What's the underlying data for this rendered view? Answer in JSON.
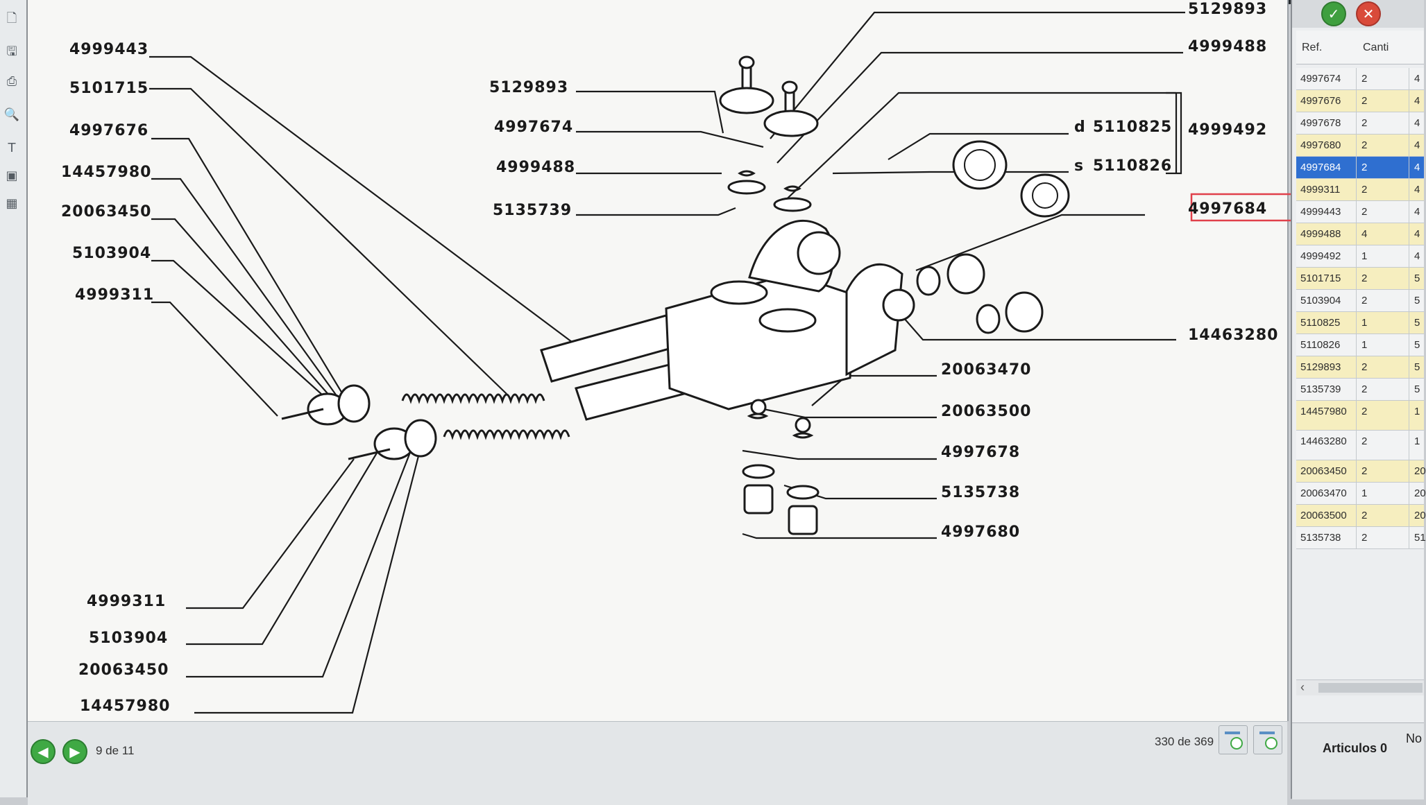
{
  "diagram": {
    "callouts_left": [
      {
        "text": "4999443"
      },
      {
        "text": "5101715"
      },
      {
        "text": "4997676"
      },
      {
        "text": "14457980"
      },
      {
        "text": "20063450"
      },
      {
        "text": "5103904"
      },
      {
        "text": "4999311"
      }
    ],
    "callouts_bottom_left": [
      {
        "text": "4999311"
      },
      {
        "text": "5103904"
      },
      {
        "text": "20063450"
      },
      {
        "text": "14457980"
      }
    ],
    "callouts_top_center": [
      {
        "text": "5129893"
      },
      {
        "text": "4997674"
      },
      {
        "text": "4999488"
      },
      {
        "text": "5135739"
      }
    ],
    "callouts_right": [
      {
        "text": "5129893"
      },
      {
        "text": "4999488"
      },
      {
        "text": "4999492"
      },
      {
        "text": "4997684"
      },
      {
        "text": "14463280"
      },
      {
        "text": "20063470"
      },
      {
        "text": "20063500"
      },
      {
        "text": "4997678"
      },
      {
        "text": "5135738"
      },
      {
        "text": "4997680"
      }
    ],
    "side_labels": [
      {
        "prefix": "d",
        "text": "5110825"
      },
      {
        "prefix": "s",
        "text": "5110826"
      }
    ],
    "highlighted_callout": "4997684"
  },
  "navigation": {
    "prev_icon": "arrow-left-icon",
    "next_icon": "arrow-right-icon",
    "page_indicator": "9 de 11",
    "count_indicator": "330 de 369"
  },
  "panel": {
    "ok_icon": "check-icon",
    "cancel_icon": "close-icon",
    "header_ref": "Ref.",
    "header_qty": "Canti",
    "rows": [
      {
        "ref": "4997674",
        "qty": "2",
        "next": "4"
      },
      {
        "ref": "4997676",
        "qty": "2",
        "next": "4"
      },
      {
        "ref": "4997678",
        "qty": "2",
        "next": "4"
      },
      {
        "ref": "4997680",
        "qty": "2",
        "next": "4"
      },
      {
        "ref": "4997684",
        "qty": "2",
        "next": "4"
      },
      {
        "ref": "4999311",
        "qty": "2",
        "next": "4"
      },
      {
        "ref": "4999443",
        "qty": "2",
        "next": "4"
      },
      {
        "ref": "4999488",
        "qty": "4",
        "next": "4"
      },
      {
        "ref": "4999492",
        "qty": "1",
        "next": "4"
      },
      {
        "ref": "5101715",
        "qty": "2",
        "next": "5"
      },
      {
        "ref": "5103904",
        "qty": "2",
        "next": "5"
      },
      {
        "ref": "5110825",
        "qty": "1",
        "next": "5"
      },
      {
        "ref": "5110826",
        "qty": "1",
        "next": "5"
      },
      {
        "ref": "5129893",
        "qty": "2",
        "next": "5"
      },
      {
        "ref": "5135739",
        "qty": "2",
        "next": "5"
      },
      {
        "ref": "14457980",
        "qty": "2",
        "next": "1"
      },
      {
        "ref": "14463280",
        "qty": "2",
        "next": "1"
      },
      {
        "ref": "20063450",
        "qty": "2",
        "next": "20"
      },
      {
        "ref": "20063470",
        "qty": "1",
        "next": "20"
      },
      {
        "ref": "20063500",
        "qty": "2",
        "next": "20"
      },
      {
        "ref": "5135738",
        "qty": "2",
        "next": "51"
      }
    ],
    "selected_ref": "4997684",
    "articulos": "Articulos 0",
    "no_label": "No"
  },
  "colors": {
    "selected_row": "#2f6fd0",
    "alt_row": "#f6eebf",
    "highlight_box": "#e0404a",
    "green_button": "#3fa944"
  }
}
